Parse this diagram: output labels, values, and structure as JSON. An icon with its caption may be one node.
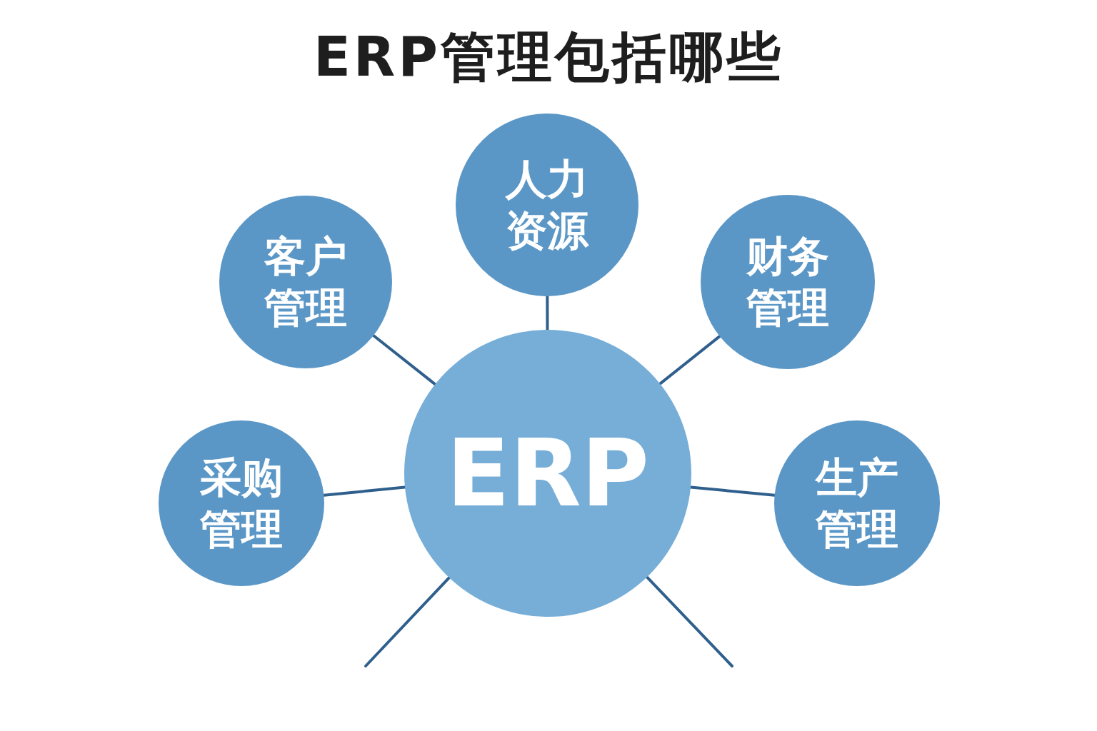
{
  "diagram": {
    "title": "ERP管理包括哪些",
    "nodes": [
      {
        "text": [
          "ERP"
        ]
      },
      {
        "text": [
          "人力资源"
        ]
      },
      {
        "text": [
          "客户管理"
        ]
      },
      {
        "text": [
          "财务管理"
        ]
      },
      {
        "text": [
          "采购管理"
        ]
      },
      {
        "text": [
          "生产管理"
        ]
      }
    ],
    "edges": [
      {
        "from": 0,
        "to": 1,
        "arrow": "none"
      },
      {
        "from": 0,
        "to": 2,
        "arrow": "none"
      },
      {
        "from": 0,
        "to": 3,
        "arrow": "none"
      },
      {
        "from": 0,
        "to": 4,
        "arrow": "none"
      },
      {
        "from": 0,
        "to": 5,
        "arrow": "none"
      },
      {
        "from": 0,
        "to": null,
        "arrow": "none"
      },
      {
        "from": 0,
        "to": null,
        "arrow": "none"
      }
    ]
  }
}
